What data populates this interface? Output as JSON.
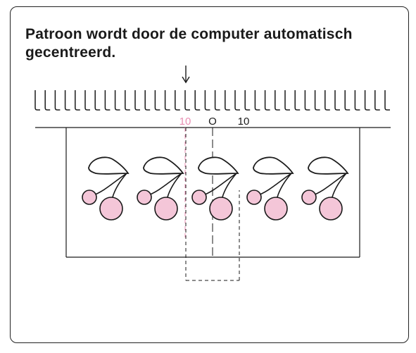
{
  "caption": "Patroon wordt door de computer automatisch gecentreerd.",
  "scale": {
    "left_label": "10",
    "center_label": "O",
    "right_label": "10"
  },
  "needle_count": 36,
  "pattern_motif_count": 5,
  "colors": {
    "ink": "#1a1a1a",
    "accent_pink": "#e98fb3",
    "cherry_fill": "#f4c6d8"
  }
}
